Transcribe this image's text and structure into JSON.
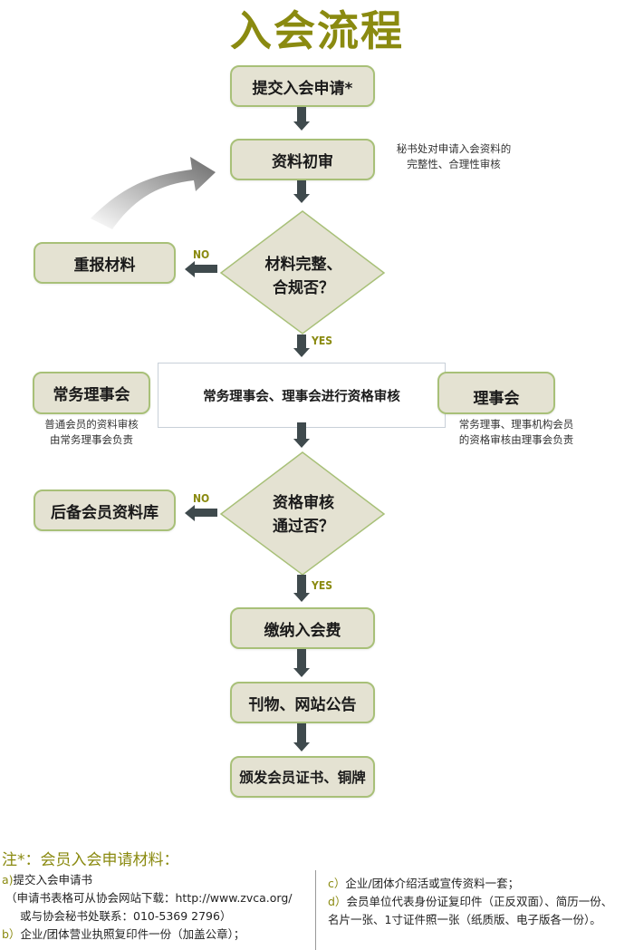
{
  "title": "入会流程",
  "steps": {
    "submit": "提交入会申请*",
    "initial_review": "资料初审",
    "initial_review_note_1": "秘书处对申请入会资料的",
    "initial_review_note_2": "完整性、合理性审核",
    "resubmit": "重报材料",
    "decision1_line1": "材料完整、",
    "decision1_line2": "合规否？",
    "qualification_review": "常务理事会、理事会进行资格审核",
    "standing_council": "常务理事会",
    "standing_council_note_1": "普通会员的资料审核",
    "standing_council_note_2": "由常务理事会负责",
    "council": "理事会",
    "council_note_1": "常务理事、理事机构会员",
    "council_note_2": "的资格审核由理事会负责",
    "decision2_line1": "资格审核",
    "decision2_line2": "通过否？",
    "reserve_db": "后备会员资料库",
    "pay_fee": "缴纳入会费",
    "announce": "刊物、网站公告",
    "certificate": "颁发会员证书、铜牌"
  },
  "labels": {
    "no": "NO",
    "yes": "YES"
  },
  "notes": {
    "title": "注*：会员入会申请材料：",
    "a_marker": "a)",
    "a_text": "提交入会申请书",
    "a_sub1": "（申请书表格可从协会网站下载：http://www.zvca.org/",
    "a_sub2": "或与协会秘书处联系：010-5369 2796）",
    "b_marker": "b）",
    "b_text": "企业/团体营业执照复印件一份（加盖公章）；",
    "c_marker": "c）",
    "c_text": "企业/团体介绍活或宣传资料一套；",
    "d_marker": "d）",
    "d_text": "会员单位代表身份证复印件（正反双面）、简历一份、",
    "d_text2": "名片一张、1寸证件照一张（纸质版、电子版各一份）。"
  },
  "colors": {
    "accent": "#8a8a10",
    "box_fill": "#e4e2d2",
    "box_border": "#a8c078",
    "arrow": "#3f4a4d"
  }
}
